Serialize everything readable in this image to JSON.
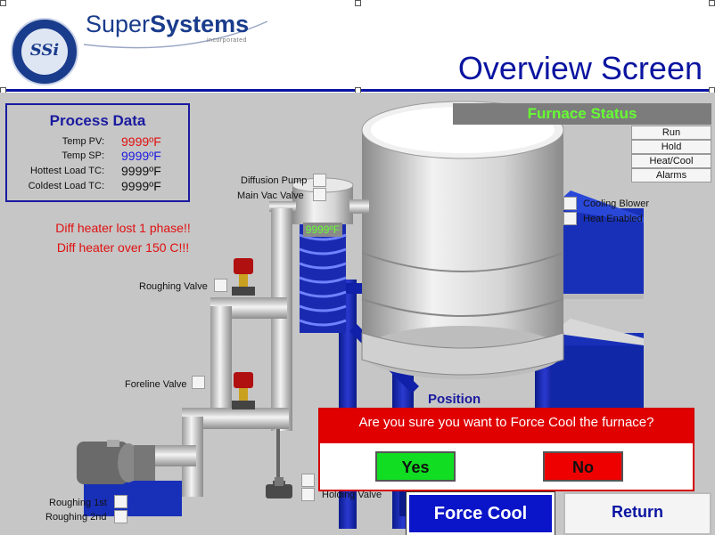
{
  "brand": {
    "name_light": "Super",
    "name_bold": "Systems",
    "subtitle": "incorporated",
    "logo_text": "SSi"
  },
  "page": {
    "title": "Overview Screen"
  },
  "process_data": {
    "title": "Process Data",
    "rows": [
      {
        "label": "Temp PV:",
        "value": "9999ºF",
        "color": "#e01010"
      },
      {
        "label": "Temp SP:",
        "value": "9999ºF",
        "color": "#1a1ae0"
      },
      {
        "label": "Hottest Load TC:",
        "value": "9999ºF",
        "color": "#111111"
      },
      {
        "label": "Coldest Load TC:",
        "value": "9999ºF",
        "color": "#111111"
      }
    ]
  },
  "alarms": [
    "Diff heater lost 1 phase!!",
    "Diff heater over 150 C!!!"
  ],
  "furnace_status": {
    "title": "Furnace Status",
    "items": [
      "Run",
      "Hold",
      "Heat/Cool",
      "Alarms"
    ]
  },
  "labels": {
    "diffusion_pump": "Diffusion Pump",
    "main_vac_valve": "Main Vac Valve",
    "roughing_valve": "Roughing Valve",
    "foreline_valve": "Foreline Valve",
    "cooling_blower": "Cooling Blower",
    "heat_enabled": "Heat Enabled",
    "holding_valve": "Holding Valve",
    "roughing_1st": "Roughing 1st",
    "roughing_2nd": "Roughing 2nd",
    "position": "Position"
  },
  "diffusion_temp": "9999ºF",
  "dialog": {
    "question": "Are you sure you want to Force Cool the furnace?",
    "yes_label": "Yes",
    "no_label": "No"
  },
  "buttons": {
    "force_cool": "Force Cool",
    "return": "Return"
  },
  "colors": {
    "accent": "#0a14a0",
    "status_green": "#66ff33",
    "alarm_red": "#e01010",
    "frame_blue": "#1a2ab0"
  }
}
